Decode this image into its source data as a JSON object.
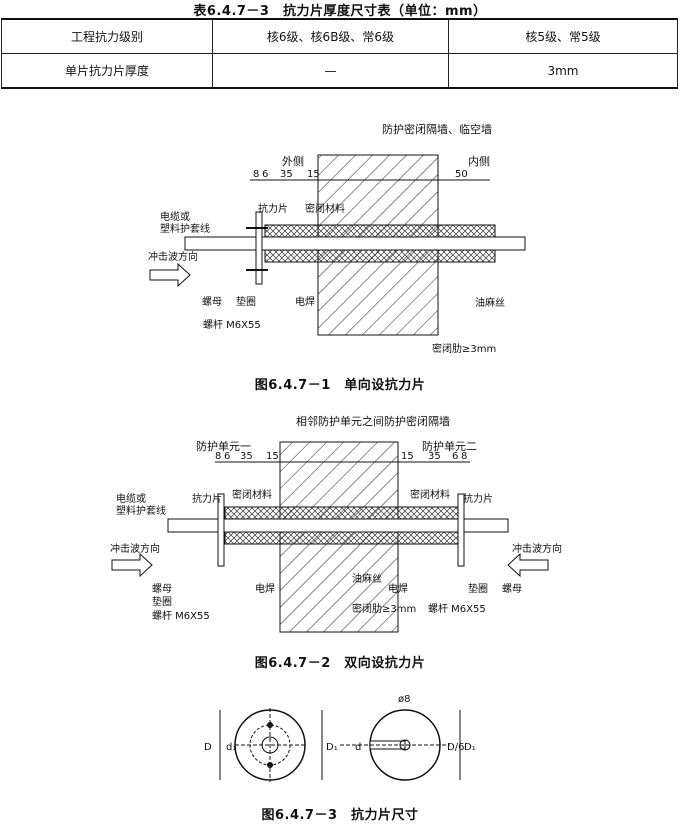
{
  "table": {
    "title": "表6.4.7－3　抗力片厚度尺寸表（单位：mm）",
    "header": [
      "工程抗力级别",
      "核6级、核6B级、常6级",
      "核5级、常5级"
    ],
    "row": [
      "单片抗力片厚度",
      "—",
      "3mm"
    ]
  },
  "fig1": {
    "caption": "图6.4.7－1　单向设抗力片",
    "labels": {
      "wall": "防护密闭隔墙、临空墙",
      "outside": "外侧",
      "inside": "内侧",
      "d8": "8",
      "d6": "6",
      "d35": "35",
      "d15": "15",
      "d50": "50",
      "seal_material": "密闭材料",
      "resist_plate": "抗力片",
      "cable": "电缆或",
      "cable2": "塑料护套线",
      "shock": "冲击波方向",
      "nut": "螺母",
      "washer": "垫圈",
      "bolt": "螺杆 M6X55",
      "weld": "电焊",
      "hemp": "油麻丝",
      "rib": "密闭肋≥3mm"
    }
  },
  "fig2": {
    "caption": "图6.4.7－2　双向设抗力片",
    "labels": {
      "wall": "相邻防护单元之间防护密闭隔墙",
      "unit1": "防护单元一",
      "unit2": "防护单元二",
      "d8": "8",
      "d6": "6",
      "d35": "35",
      "d15": "15",
      "d15b": "15",
      "d35b": "35",
      "d6b": "6",
      "d8b": "8",
      "cable": "电缆或",
      "cable2": "塑料护套线",
      "resist_plate": "抗力片",
      "seal_material": "密闭材料",
      "seal_material_r": "密闭材料",
      "resist_plate_r": "抗力片",
      "shock_l": "冲击波方向",
      "shock_r": "冲击波方向",
      "nut": "螺母",
      "washer": "垫圈",
      "bolt": "螺杆 M6X55",
      "weld": "电焊",
      "hemp": "油麻丝",
      "weld_r": "电焊",
      "rib": "密闭肋≥3mm",
      "bolt_r": "螺杆 M6X55",
      "washer_r": "垫圈",
      "nut_r": "螺母"
    }
  },
  "fig3": {
    "caption": "图6.4.7－3　抗力片尺寸",
    "labels": {
      "phi8": "ø8",
      "D": "D",
      "d1": "d₁",
      "D1": "D₁",
      "d": "d",
      "D6": "D/6",
      "D1r": "D₁"
    }
  }
}
